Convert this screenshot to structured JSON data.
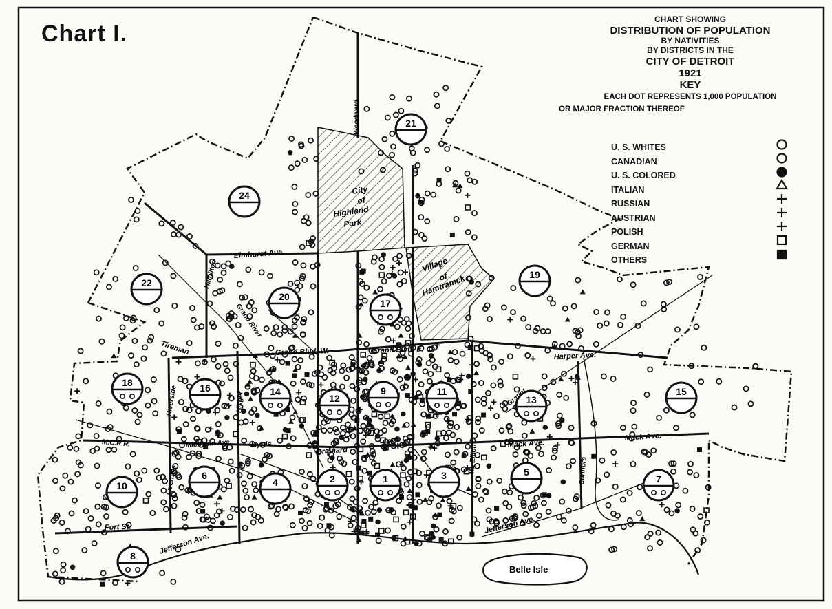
{
  "chart_number": "Chart I.",
  "title": {
    "line1": "Chart Showing",
    "line2": "Distribution of Population",
    "line3": "by Nativities",
    "line4": "by Districts in the",
    "line5": "City of Detroit",
    "line6": "1921"
  },
  "key": {
    "heading": "Key",
    "note_line1": "Each dot represents 1,000 population",
    "note_line2": "or major fraction thereof",
    "items": [
      {
        "label": "U. S. Whites",
        "symbol": "open-circle-icon"
      },
      {
        "label": "Canadian",
        "symbol": "open-circle-icon"
      },
      {
        "label": "U. S. Colored",
        "symbol": "filled-circle-icon"
      },
      {
        "label": "Italian",
        "symbol": "triangle-icon"
      },
      {
        "label": "Russian",
        "symbol": "plus-icon"
      },
      {
        "label": "Austrian",
        "symbol": "plus-icon"
      },
      {
        "label": "Polish",
        "symbol": "plus-icon"
      },
      {
        "label": "German",
        "symbol": "open-square-icon"
      },
      {
        "label": "Others",
        "symbol": "filled-square-icon"
      }
    ]
  },
  "districts": [
    "1",
    "2",
    "3",
    "4",
    "5",
    "6",
    "7",
    "8",
    "9",
    "10",
    "11",
    "12",
    "13",
    "14",
    "15",
    "16",
    "17",
    "18",
    "19",
    "20",
    "21",
    "22",
    "24"
  ],
  "enclaves": {
    "highland_park": [
      "City",
      "of",
      "Highland",
      "Park"
    ],
    "hamtramck": [
      "Village",
      "of",
      "Hamtramck"
    ]
  },
  "streets": {
    "elmhurst": "Elmhurst Ave.",
    "grand_blvd_w": "Grand Blvd. W.",
    "grand_blvd_e": "Grand Blvd. E.",
    "harper": "Harper Ave.",
    "mack": "Mack Ave.",
    "mack2": "Mack Ave.",
    "fort": "Fort St.",
    "jefferson": "Jefferson Ave.",
    "jefferson_e": "Jefferson Ave.",
    "brainard": "Brainard",
    "tireman": "Tireman",
    "woodward": "Woodward",
    "hamilton": "Hamilton",
    "grand_river": "Grand River",
    "riverside": "Riverside",
    "michigan": "Michigan Ave.",
    "myrtle": "Myrtle",
    "mcrr": "M.C.R.R.",
    "livernois": "Livernois",
    "gratiot": "Gratiot",
    "mt_elliott": "Mt. Elliott",
    "connors": "Connors",
    "hillger": "Hillger"
  },
  "belle_isle": "Belle Isle"
}
